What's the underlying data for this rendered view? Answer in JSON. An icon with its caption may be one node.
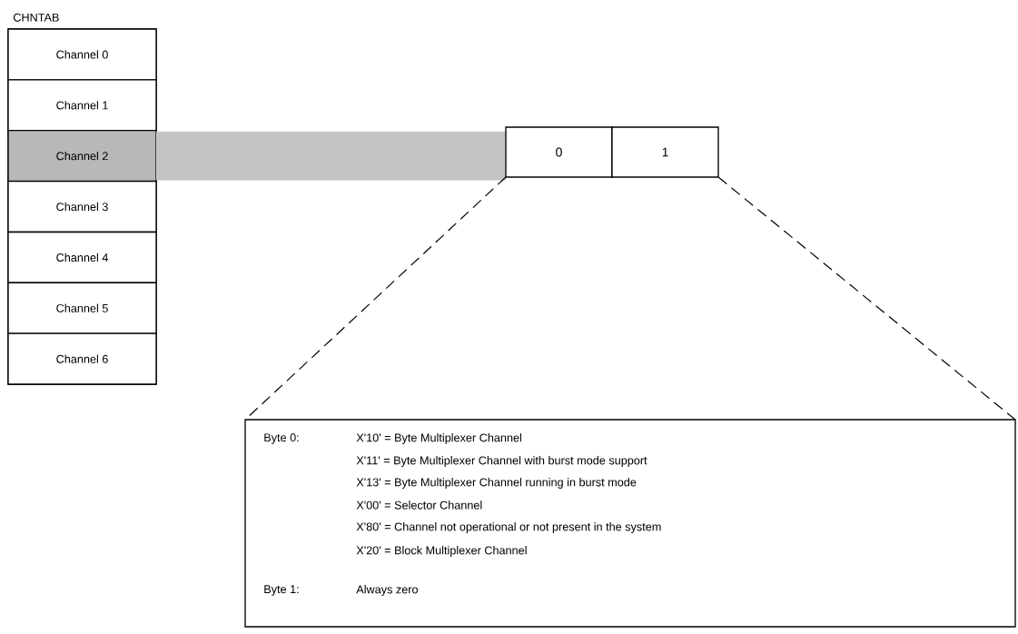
{
  "diagram": {
    "nodes": [
      {
        "text": [
          "CHNTAB"
        ]
      },
      {
        "text": [
          "Channel 0"
        ],
        "in": 0
      },
      {
        "text": [
          "Channel 1"
        ],
        "in": 0
      },
      {
        "text": [
          "Channel 2"
        ],
        "in": 0
      },
      {
        "text": [
          "Channel 3"
        ],
        "in": 0
      },
      {
        "text": [
          "Channel 4"
        ],
        "in": 0
      },
      {
        "text": [
          "Channel 5"
        ],
        "in": 0
      },
      {
        "text": [
          "Channel 6"
        ],
        "in": 0
      },
      {
        "text": [
          "0"
        ]
      },
      {
        "text": [
          "1"
        ]
      },
      {
        "text": [
          "Byte 0:",
          "X'10' = Byte Multiplexer Channel",
          "X'11' = Byte Multiplexer Channel with burst mode support",
          "X'13' = Byte Multiplexer Channel running in burst mode",
          "X'00' = Selector Channel",
          "X'80' = Channel not operational or not present in the system",
          "X'20' = Block Multiplexer Channel",
          "Byte 1:",
          "Always zero"
        ]
      }
    ],
    "edges": [
      {
        "from": 3,
        "to": 8,
        "arrow": "none",
        "style": "thick",
        "color": "#c4c4c4"
      },
      {
        "from": 8,
        "to": 10,
        "arrow": "none",
        "style": "dashed"
      },
      {
        "from": 9,
        "to": 10,
        "arrow": "none",
        "style": "dashed"
      }
    ]
  }
}
